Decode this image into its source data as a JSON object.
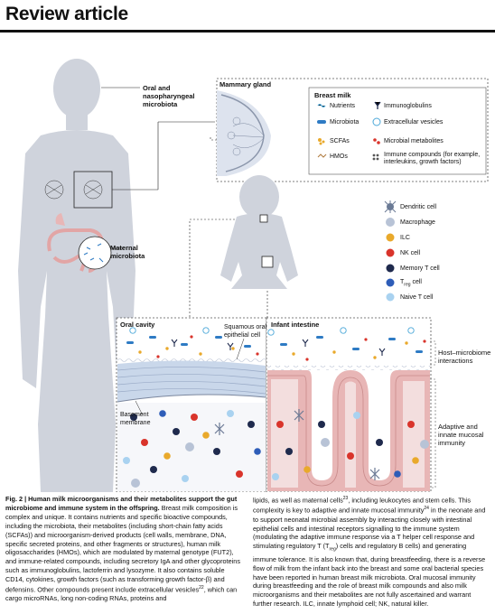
{
  "header": {
    "title": "Review article"
  },
  "figure": {
    "oral_label": "Oral and nasopharyngeal microbiota",
    "maternal_label": "Maternal microbiota",
    "mammary_title": "Mammary gland",
    "breast_milk_title": "Breast milk",
    "breast_milk_legend": [
      "Nutrients",
      "Immunoglobulins",
      "Microbiota",
      "Extracellular vesicles",
      "SCFAs",
      "Microbial metabolites",
      "HMOs",
      "Immune compounds (for example, interleukins, growth factors)"
    ],
    "cell_legend": [
      "Dendritic cell",
      "Macrophage",
      "ILC",
      "NK cell",
      "Memory T cell",
      "T",
      "reg",
      " cell",
      "Naive T cell"
    ],
    "oral_cavity_title": "Oral cavity",
    "squamous_label": "Squamous oral epithelial cell",
    "basement_label": "Basement membrane",
    "infant_intestine_title": "Infant intestine",
    "host_microbiome_label": "Host–microbiome interactions",
    "adaptive_label": "Adaptive and innate mucosal immunity",
    "colors": {
      "body": "#cfd3dc",
      "mucosa_pink": "#e8b6b6",
      "tissue_blue": "#c9d7ea",
      "dark_navy": "#1f2a4d",
      "red": "#d9342b",
      "accent_yellow": "#e9a92b"
    }
  },
  "caption": {
    "fig_no": "Fig. 2 |",
    "title": " Human milk microorganisms and their metabolites support the gut microbiome and immune system in the offspring.",
    "left_body": " Breast milk composition is complex and unique. It contains nutrients and specific bioactive compounds, including the microbiota, their metabolites (including short-chain fatty acids (SCFAs)) and microorganism-derived products (cell walls, membrane, DNA, specific secreted proteins, and other fragments or structures), human milk oligosaccharides (HMOs), which are modulated by maternal genotype (FUT2), and immune-related compounds, including secretory IgA and other glycoproteins such as immunoglobulins, lactoferrin and lysozyme. It also contains soluble CD14, cytokines, growth factors (such as transforming growth factor-β) and defensins. Other compounds present include extracellular vesicles",
    "ref1": "22",
    "left_tail": ", which can cargo microRNAs, long non-coding RNAs, proteins and",
    "right_head": "lipids, as well as maternal cells",
    "ref2": "23",
    "right_mid": ", including leukocytes and stem cells. This complexity is key to adaptive and innate mucosal immunity",
    "ref3": "24",
    "right_body": " in the neonate and to support neonatal microbial assembly by interacting closely with intestinal epithelial cells and intestinal receptors signalling to the immune system (modulating the adaptive immune response via a T helper cell response and stimulating regulatory T (T",
    "reg_sub": "reg",
    "right_tail": ") cells and regulatory B cells) and generating immune tolerance. It is also known that, during breastfeeding, there is a reverse flow of milk from the infant back into the breast and some oral bacterial species have been reported in human breast milk microbiota. Oral mucosal immunity during breastfeeding and the role of breast milk compounds and also milk microorganisms and their metabolites are not fully ascertained and warrant further research. ILC, innate lymphoid cell; NK, natural killer."
  }
}
